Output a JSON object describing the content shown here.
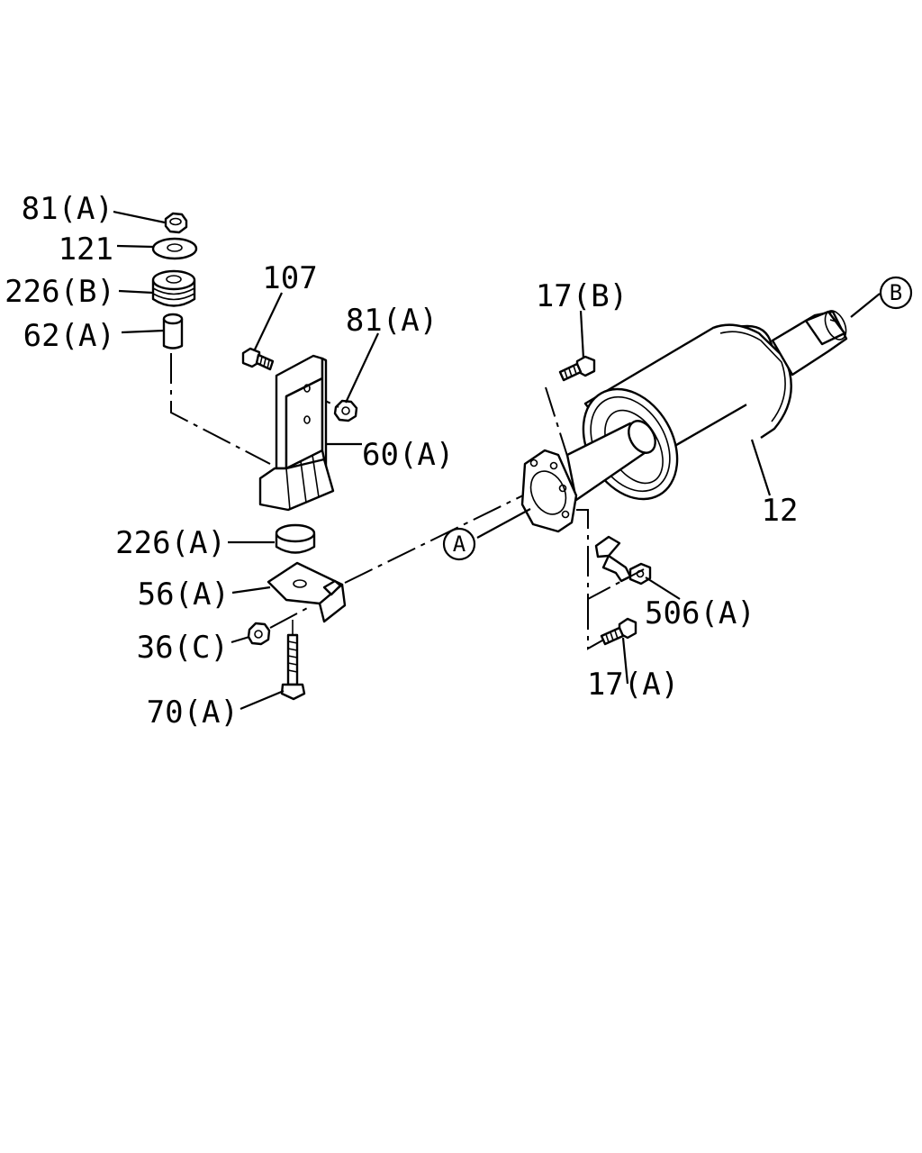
{
  "labels": {
    "nut_81a_top": "81(A)",
    "washer_121": "121",
    "rubber_226b": "226(B)",
    "collar_62a": "62(A)",
    "bolt_107": "107",
    "nut_81a_mid": "81(A)",
    "bracket_60a": "60(A)",
    "rubber_226a": "226(A)",
    "bracket_56a": "56(A)",
    "nut_36c": "36(C)",
    "bolt_70a": "70(A)",
    "bolt_17b": "17(B)",
    "muffler_12": "12",
    "clamp_506a": "506(A)",
    "bolt_17a": "17(A)"
  },
  "refs": {
    "a": "A",
    "b": "B"
  }
}
